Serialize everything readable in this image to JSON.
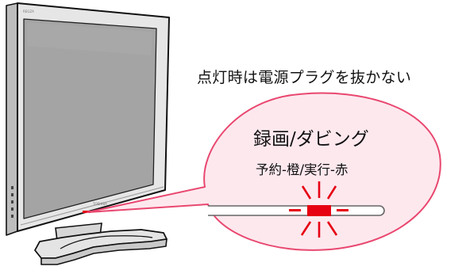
{
  "caption": "点灯時は電源プラグを抜かない",
  "bubble": {
    "title": "録画/ダビング",
    "subtitle": "予約-橙/実行-赤"
  },
  "tv": {
    "brand_mark": "TOSHIBA",
    "model_mark": "REGZA"
  },
  "colors": {
    "bubble_fill": "#fde8ee",
    "bubble_stroke": "#e9476f",
    "indicator_red": "#e60012",
    "flash_red": "#e60012",
    "tv_screen": "#a3a3a3",
    "tv_bezel": "#e4e4e4",
    "outline": "#111111"
  },
  "indicator": {
    "state": "blinking-red"
  }
}
